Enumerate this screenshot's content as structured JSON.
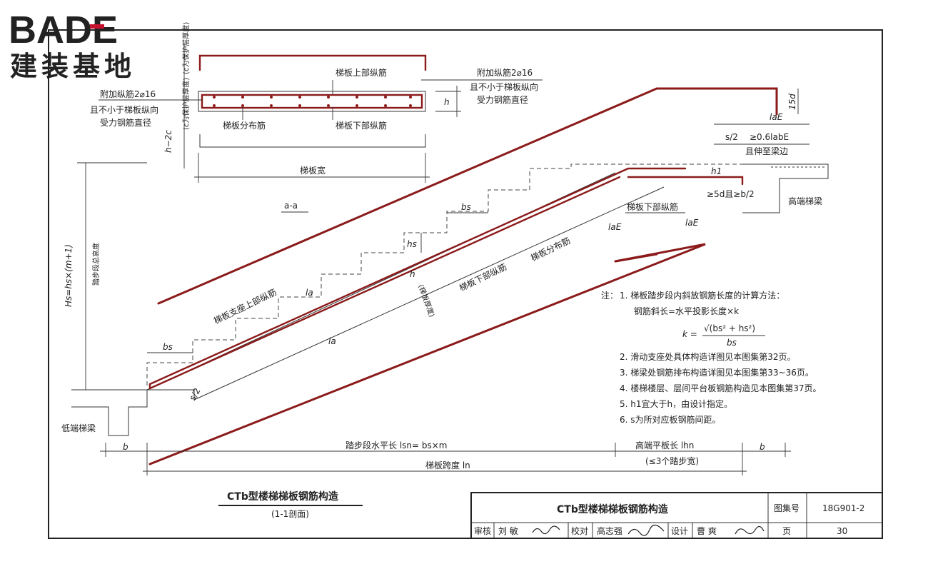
{
  "logo": {
    "brand": "BADE",
    "subtitle": "建装基地",
    "colors": {
      "gray": "#55585c",
      "accent": "#c8102e"
    }
  },
  "section_aa": {
    "label": "a-a",
    "top_rebar": "梯板上部纵筋",
    "bottom_rebar": "梯板下部纵筋",
    "dist_rebar": "梯板分布筋",
    "h": "h",
    "h2c": "h−2c",
    "c_note": "(c为保护层厚度)",
    "width": "梯板宽",
    "left_note": [
      "附加纵筋2⌀16",
      "且不小于梯板纵向",
      "受力钢筋直径"
    ],
    "right_note": [
      "附加纵筋2⌀16",
      "且不小于梯板纵向",
      "受力钢筋直径"
    ]
  },
  "section_11": {
    "title": "CTb型楼梯梯板钢筋构造",
    "subtitle": "(1-1剖面)",
    "hs_total": "Hs=hs×(m+1)",
    "hs_total_note": "踏步段总高度",
    "bs": "bs",
    "hs": "hs",
    "h": "h",
    "h_note": "(梯板厚度)",
    "la": "la",
    "lae": "laE",
    "fifteen_d": "15d",
    "s_half": "s/2",
    "anchor_note": "≥0.6labE",
    "extend_note": "且伸至梁边",
    "h1": "h1",
    "five_d": "≥5d且≥b/2",
    "high_beam": "高端梯梁",
    "low_beam": "低端梯梁",
    "support_top": "梯板支座上部纵筋",
    "slab_bottom_1": "梯板下部纵筋",
    "slab_bottom_2": "梯板下部纵筋",
    "slab_dist": "梯板分布筋",
    "b": "b",
    "run_label": "踏步段水平长 lsn= bs×m",
    "flat_label": "高端平板长 lhn",
    "flat_note": "(≤3个踏步宽)",
    "span_label": "梯板跨度 ln"
  },
  "notes": {
    "heading": "注：",
    "items": [
      "1.  梯板踏步段内斜放钢筋长度的计算方法：",
      "钢筋斜长=水平投影长度×k",
      "2.  滑动支座处具体构造详图见本图集第32页。",
      "3.  梯梁处钢筋排布构造详图见本图集第33~36页。",
      "4.  楼梯楼层、层间平台板钢筋构造见本图集第37页。",
      "5.  h1宜大于h，由设计指定。",
      "6.  s为所对应板钢筋间距。"
    ],
    "formula_k": "k =",
    "formula_num": "√(bs² + hs²)",
    "formula_den": "bs"
  },
  "title_block": {
    "title": "CTb型楼梯梯板钢筋构造",
    "atlas_label": "图集号",
    "atlas_no": "18G901-2",
    "review_label": "审核",
    "reviewer": "刘  敏",
    "check_label": "校对",
    "checker": "高志强",
    "design_label": "设计",
    "designer": "曹  爽",
    "page_label": "页",
    "page_no": "30"
  }
}
